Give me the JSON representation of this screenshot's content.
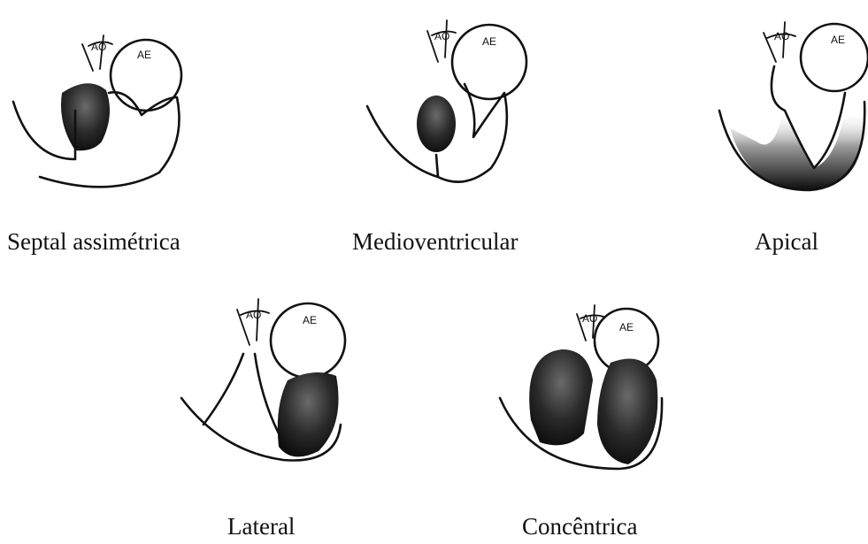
{
  "figure": {
    "panels": [
      {
        "id": "septal",
        "caption": "Septal assimétrica",
        "aorta_label": "AO",
        "atrium_label": "AE"
      },
      {
        "id": "medio",
        "caption": "Medioventricular",
        "aorta_label": "AO",
        "atrium_label": "AE"
      },
      {
        "id": "apical",
        "caption": "Apical",
        "aorta_label": "AO",
        "atrium_label": "AE"
      },
      {
        "id": "lateral",
        "caption": "Lateral",
        "aorta_label": "AO",
        "atrium_label": "AE"
      },
      {
        "id": "concentrica",
        "caption": "Concêntrica",
        "aorta_label": "AO",
        "atrium_label": "AE"
      }
    ]
  }
}
